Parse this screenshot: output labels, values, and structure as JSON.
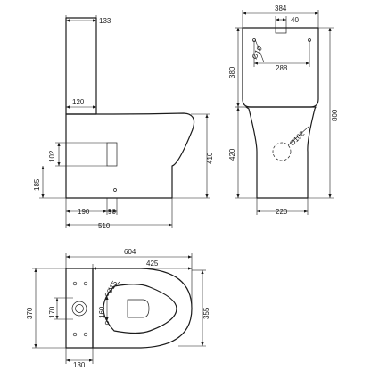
{
  "colors": {
    "line": "#1c1c1c",
    "background": "#ffffff"
  },
  "views": {
    "side": {
      "cistern_depth": "133",
      "cistern_lid_offset": "120",
      "inlet_height": "102",
      "outlet_height": "185",
      "outlet_setback": "190",
      "outlet_offset": "50",
      "total_depth": "510",
      "pan_height": "410"
    },
    "front": {
      "width": "384",
      "button_width": "40",
      "hole_spacing": "288",
      "hole_diameter": "Ø10",
      "outlet_diameter": "Ø102",
      "cistern_height": "380",
      "total_height": "800",
      "pan_height": "420",
      "base_width": "220"
    },
    "top": {
      "total_length": "604",
      "pan_length": "425",
      "overall_width": "370",
      "waste_width": "170",
      "fix_hole_diameter": "Ø15",
      "fix_hole_spacing": "160",
      "pan_width": "355",
      "base_depth": "130"
    }
  }
}
